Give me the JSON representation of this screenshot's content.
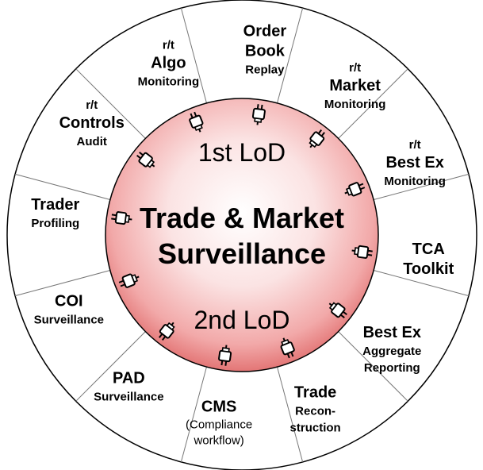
{
  "center": {
    "title_line1": "Trade & Market",
    "title_line2": "Surveillance",
    "top_label": "1st LoD",
    "bottom_label": "2nd LoD"
  },
  "segments": [
    {
      "id": "order-book-replay",
      "lines": [
        {
          "text": "Order",
          "style": "big"
        },
        {
          "text": "Book",
          "style": "big"
        },
        {
          "text": "Replay",
          "style": "sm"
        }
      ]
    },
    {
      "id": "market-monitoring",
      "lines": [
        {
          "text": "r/t",
          "style": "sm"
        },
        {
          "text": "Market",
          "style": "big"
        },
        {
          "text": "Monitoring",
          "style": "sm"
        }
      ]
    },
    {
      "id": "best-ex-monitoring",
      "lines": [
        {
          "text": "r/t",
          "style": "sm"
        },
        {
          "text": "Best Ex",
          "style": "big"
        },
        {
          "text": "Monitoring",
          "style": "sm"
        }
      ]
    },
    {
      "id": "tca-toolkit",
      "lines": [
        {
          "text": "TCA",
          "style": "big"
        },
        {
          "text": "Toolkit",
          "style": "big"
        }
      ]
    },
    {
      "id": "best-ex-aggregate-reporting",
      "lines": [
        {
          "text": "Best Ex",
          "style": "big"
        },
        {
          "text": "Aggregate",
          "style": "sm"
        },
        {
          "text": "Reporting",
          "style": "sm"
        }
      ]
    },
    {
      "id": "trade-reconstruction",
      "lines": [
        {
          "text": "Trade",
          "style": "big"
        },
        {
          "text": "Recon-",
          "style": "sm"
        },
        {
          "text": "struction",
          "style": "sm"
        }
      ]
    },
    {
      "id": "cms",
      "lines": [
        {
          "text": "CMS",
          "style": "big"
        },
        {
          "text": "(Compliance",
          "style": "rg"
        },
        {
          "text": "workflow)",
          "style": "rg"
        }
      ]
    },
    {
      "id": "pad-surveillance",
      "lines": [
        {
          "text": "PAD",
          "style": "big"
        },
        {
          "text": "Surveillance",
          "style": "sm"
        }
      ]
    },
    {
      "id": "coi-surveillance",
      "lines": [
        {
          "text": "COI",
          "style": "big"
        },
        {
          "text": "Surveillance",
          "style": "sm"
        }
      ]
    },
    {
      "id": "trader-profiling",
      "lines": [
        {
          "text": "Trader",
          "style": "big"
        },
        {
          "text": "Profiling",
          "style": "sm"
        }
      ]
    },
    {
      "id": "controls-audit",
      "lines": [
        {
          "text": "r/t",
          "style": "sm"
        },
        {
          "text": "Controls",
          "style": "big"
        },
        {
          "text": "Audit",
          "style": "sm"
        }
      ]
    },
    {
      "id": "algo-monitoring",
      "lines": [
        {
          "text": "r/t",
          "style": "sm"
        },
        {
          "text": "Algo",
          "style": "big"
        },
        {
          "text": "Monitoring",
          "style": "sm"
        }
      ]
    }
  ],
  "colors": {
    "hub_center": "#ffffff",
    "hub_edge": "#e06b6b",
    "plug": "#ffffff",
    "outline": "#000000",
    "spoke": "#777777"
  },
  "icon": "plug-icon"
}
